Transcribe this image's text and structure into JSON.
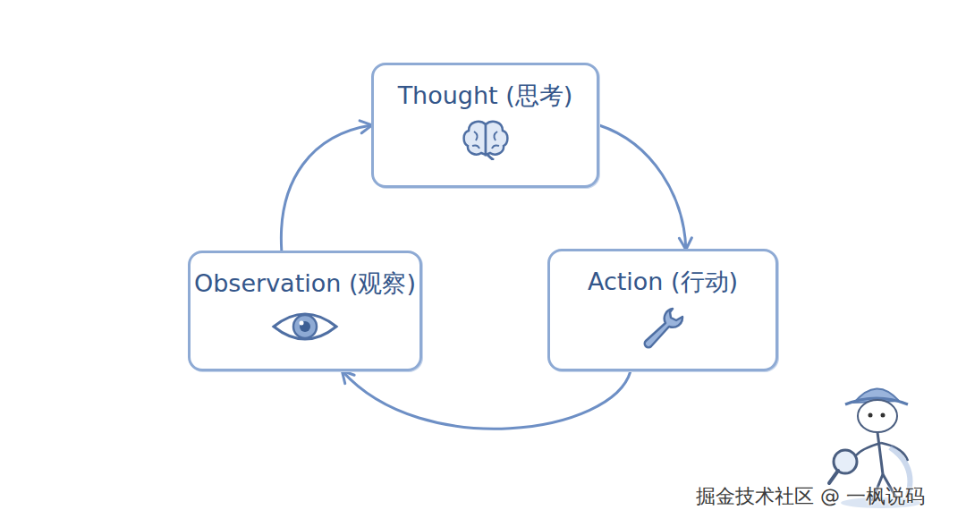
{
  "diagram": {
    "nodes": [
      {
        "text": [
          "Thought (思考)"
        ]
      },
      {
        "text": [
          "Observation (观察)"
        ]
      },
      {
        "text": [
          "Action (行动)"
        ]
      }
    ],
    "edges": [
      {
        "from": 0,
        "to": 2,
        "arrow": "to"
      },
      {
        "from": 2,
        "to": 1,
        "arrow": "to"
      },
      {
        "from": 1,
        "to": 0,
        "arrow": "to"
      }
    ],
    "labels": [
      "掘金技术社区 @ 一枫说码"
    ]
  }
}
